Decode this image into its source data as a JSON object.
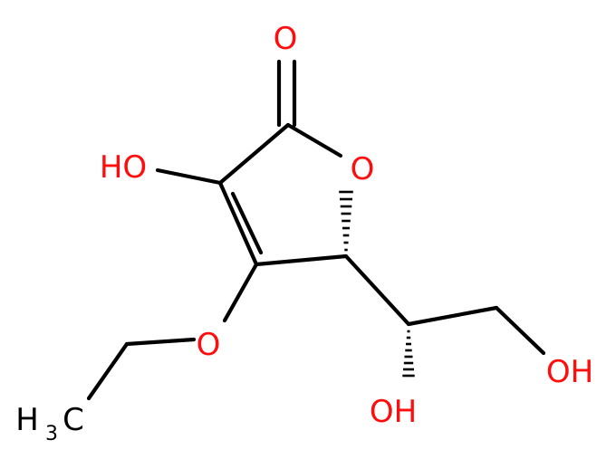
{
  "colors": {
    "oxygen": "#ff0d0d",
    "carbon": "#000000",
    "background": "#ffffff"
  },
  "molecule": {
    "labels": {
      "carbonyl_o": "O",
      "ring_o": "O",
      "hydroxyl_3": "HO",
      "ether_o": "O",
      "hydroxyl_side": "OH",
      "hydroxyl_terminal": "OH",
      "methyl_h": "H",
      "methyl_sub": "3",
      "methyl_c": "C"
    }
  }
}
